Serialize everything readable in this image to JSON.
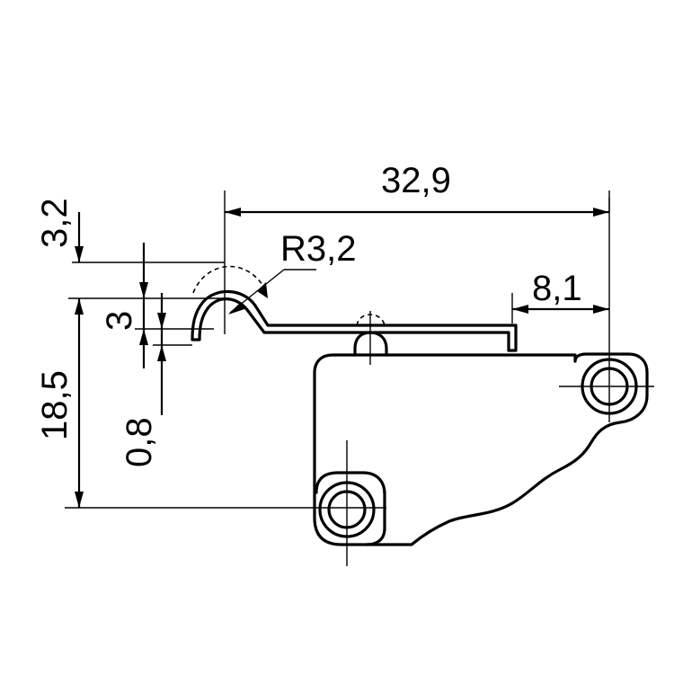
{
  "dimensions": {
    "overall_length": "32,9",
    "right_offset": "8,1",
    "radius": "R3,2",
    "top_offset": "3,2",
    "lever_height": "3",
    "lever_thickness": "0,8",
    "hole_height": "18,5"
  }
}
